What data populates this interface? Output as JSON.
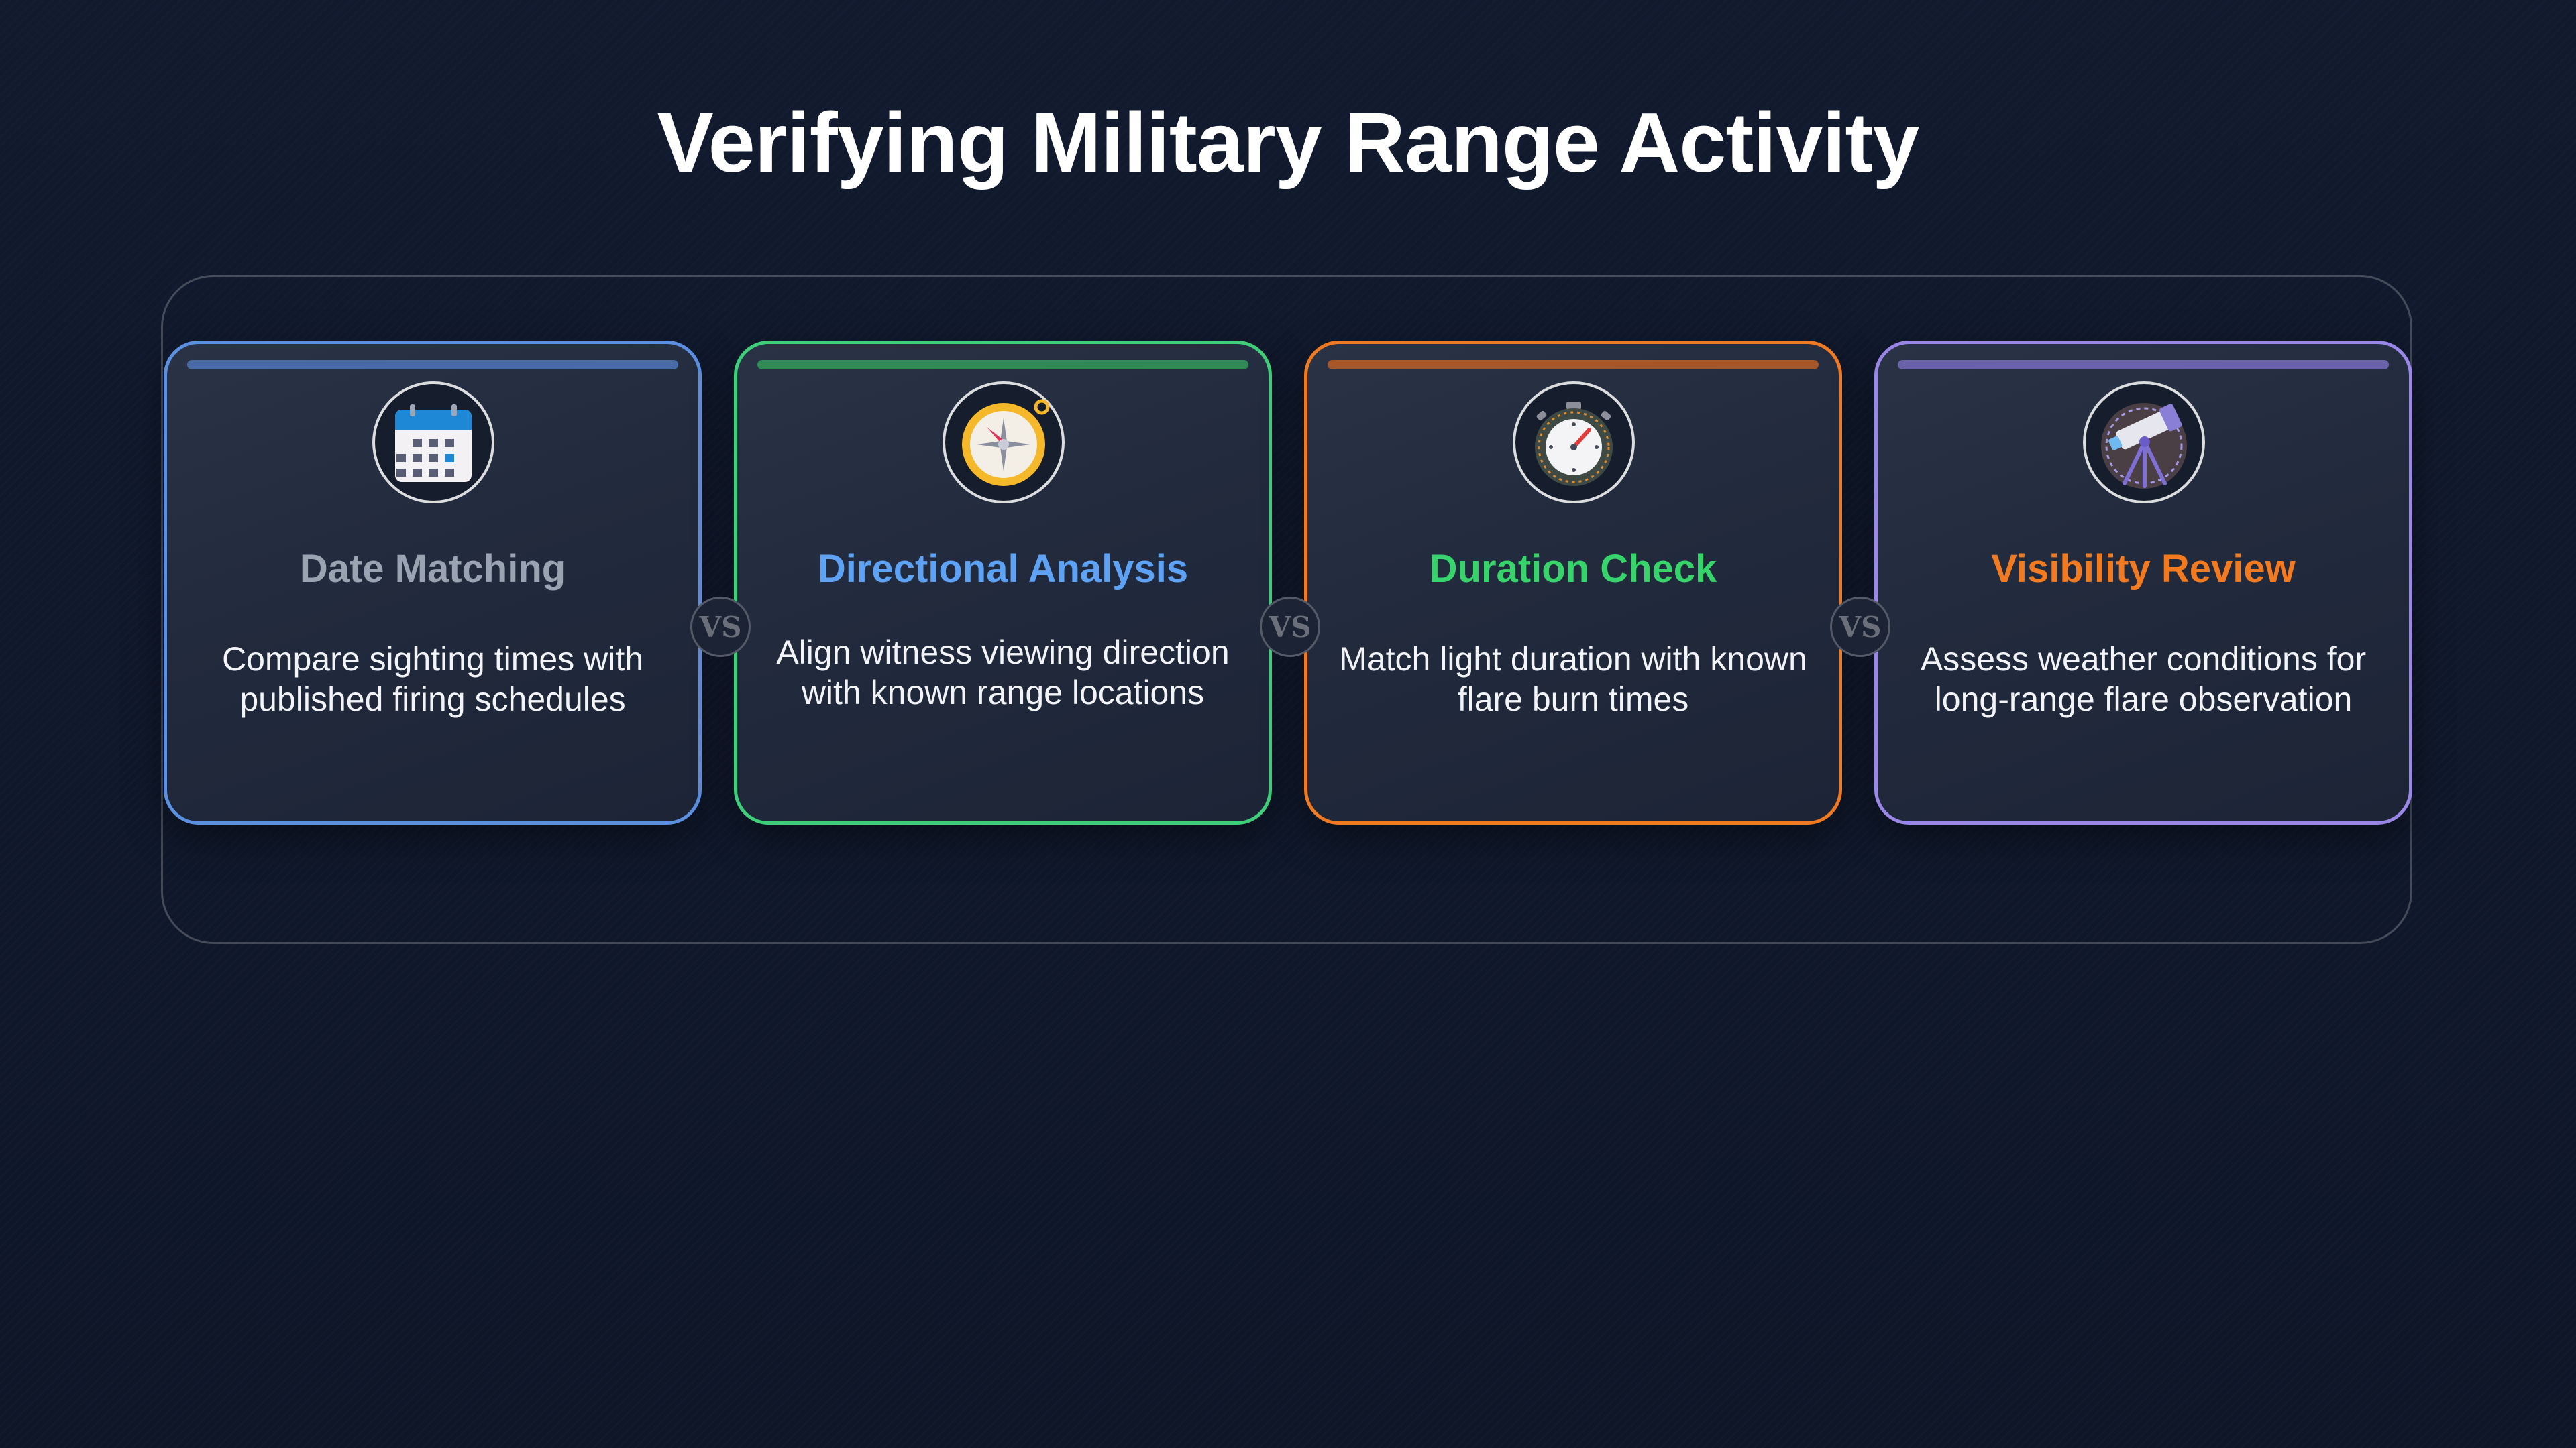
{
  "title": "Verifying Military Range Activity",
  "separator_label": "VS",
  "cards": [
    {
      "title": "Date Matching",
      "description": "Compare sighting times with published firing schedules",
      "title_color": "#9aa3b2",
      "border_color": "#5b8fe0",
      "bar_color": "#4a6aa6",
      "icon": "calendar-icon"
    },
    {
      "title": "Directional Analysis",
      "description": "Align witness viewing direction with known range locations",
      "title_color": "#5ea2f5",
      "border_color": "#3fcf7a",
      "bar_color": "#2f8a55",
      "icon": "compass-icon"
    },
    {
      "title": "Duration Check",
      "description": "Match light duration with known flare burn times",
      "title_color": "#37d46c",
      "border_color": "#f07a22",
      "bar_color": "#a5572a",
      "icon": "stopwatch-icon"
    },
    {
      "title": "Visibility Review",
      "description": "Assess weather conditions for long-range flare observation",
      "title_color": "#f37a1f",
      "border_color": "#9a86e6",
      "bar_color": "#6a62a8",
      "icon": "telescope-icon"
    }
  ]
}
